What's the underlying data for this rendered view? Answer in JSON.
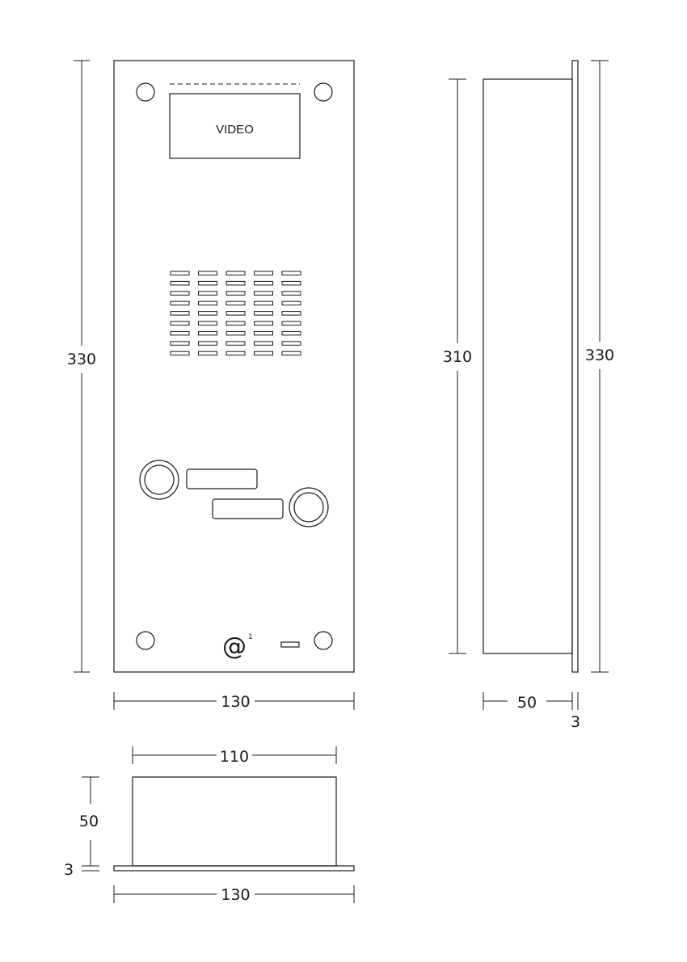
{
  "front_view": {
    "height_label": "330",
    "width_label": "130",
    "video_label": "VIDEO",
    "logo_symbol": "@",
    "logo_superscript": "1",
    "speaker_grille": {
      "rows": 9,
      "columns": 5
    },
    "call_buttons": 2
  },
  "side_view": {
    "body_height_label": "310",
    "panel_height_label": "330",
    "depth_label": "50",
    "panel_thickness_label": "3"
  },
  "top_view": {
    "body_width_label": "110",
    "depth_label": "50",
    "panel_thickness_label": "3",
    "panel_width_label": "130"
  },
  "colors": {
    "line": "#1a1a1a",
    "background": "#ffffff"
  }
}
